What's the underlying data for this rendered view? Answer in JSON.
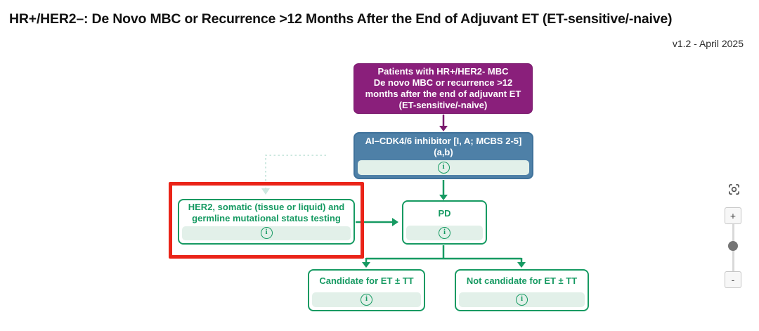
{
  "header": {
    "title": "HR+/HER2–: De Novo MBC or Recurrence >12 Months After the End of Adjuvant ET (ET-sensitive/-naive)",
    "version": "v1.2 - April 2025"
  },
  "colors": {
    "node_purple": "#8a1f7b",
    "node_blue": "#4e80a7",
    "green_accent": "#169a62",
    "mint_footer": "#e2f0e9",
    "highlight_red": "#ea2418",
    "dotted_connector": "#cde8e0"
  },
  "flowchart": {
    "nodes": {
      "patients": {
        "text": "Patients with HR+/HER2- MBC\nDe novo MBC or recurrence >12\nmonths after the end of adjuvant ET\n(ET-sensitive/-naive)"
      },
      "ai_cdk46": {
        "text": "AI–CDK4/6 inhibitor [I, A; MCBS 2-5]\n(a,b)"
      },
      "testing": {
        "text": "HER2, somatic (tissue or liquid) and\ngermline mutational status testing"
      },
      "pd": {
        "text": "PD"
      },
      "candidate": {
        "text": "Candidate for ET ± TT"
      },
      "not_candidate": {
        "text": "Not candidate for ET ± TT"
      }
    }
  },
  "icons": {
    "info": "i",
    "zoom_in": "+",
    "zoom_out": "-"
  }
}
